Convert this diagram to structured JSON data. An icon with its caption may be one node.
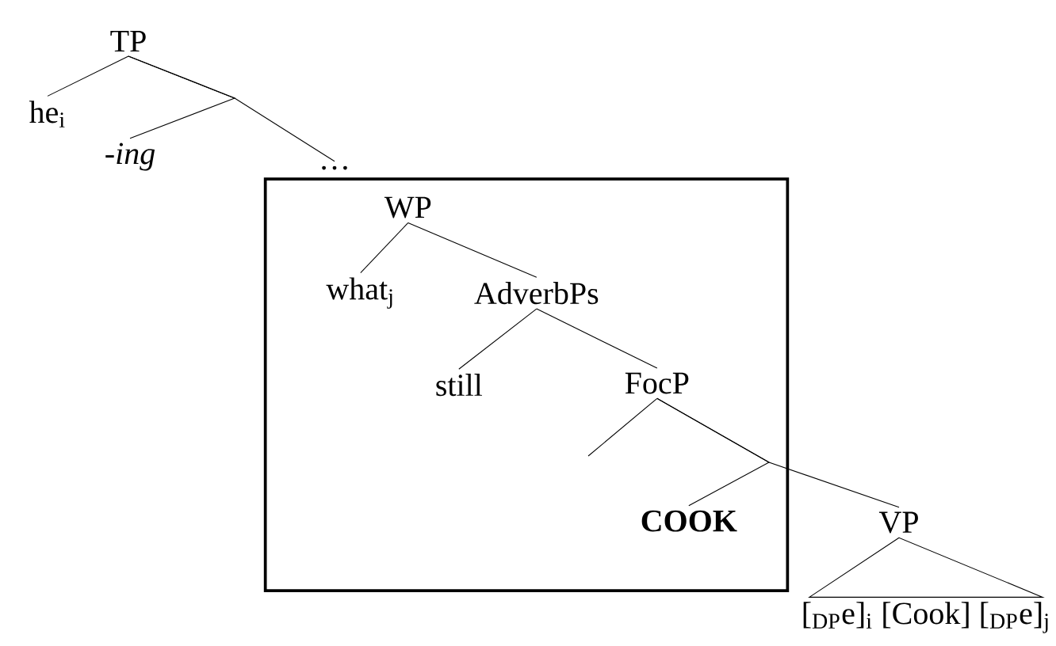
{
  "diagram": {
    "nodes": [
      {
        "text": [
          "TP"
        ]
      },
      {
        "text": [
          "he$_{i}$"
        ]
      },
      {
        "text": [
          "-ing"
        ]
      },
      {
        "text": [
          "…"
        ]
      },
      {
        "text": [],
        "shape": "box"
      },
      {
        "text": [
          "WP"
        ],
        "in": 4
      },
      {
        "text": [
          "what$_{j}$"
        ],
        "in": 4
      },
      {
        "text": [
          "AdverbPs"
        ],
        "in": 4
      },
      {
        "text": [
          "still"
        ],
        "in": 4
      },
      {
        "text": [
          "FocP"
        ],
        "in": 4
      },
      {
        "text": [
          "COOK"
        ],
        "in": 4
      },
      {
        "text": [
          "VP"
        ]
      },
      {
        "text": [
          "[$_{DP}$e]$_{i}$ [Cook] [$_{DP}$e]$_{j}$"
        ]
      }
    ],
    "edges": [
      {
        "from": 0,
        "to": 1,
        "arrow": "none"
      },
      {
        "from": 0,
        "to": 2,
        "arrow": "none"
      },
      {
        "from": 0,
        "to": 3,
        "arrow": "none"
      },
      {
        "from": 5,
        "to": 6,
        "arrow": "none"
      },
      {
        "from": 5,
        "to": 7,
        "arrow": "none"
      },
      {
        "from": 7,
        "to": 8,
        "arrow": "none"
      },
      {
        "from": 7,
        "to": 9,
        "arrow": "none"
      },
      {
        "from": 9,
        "to": null,
        "arrow": "none"
      },
      {
        "from": 9,
        "to": 10,
        "arrow": "none"
      },
      {
        "from": 9,
        "to": 11,
        "arrow": "none"
      },
      {
        "from": 11,
        "to": 12,
        "arrow": "none"
      }
    ]
  }
}
